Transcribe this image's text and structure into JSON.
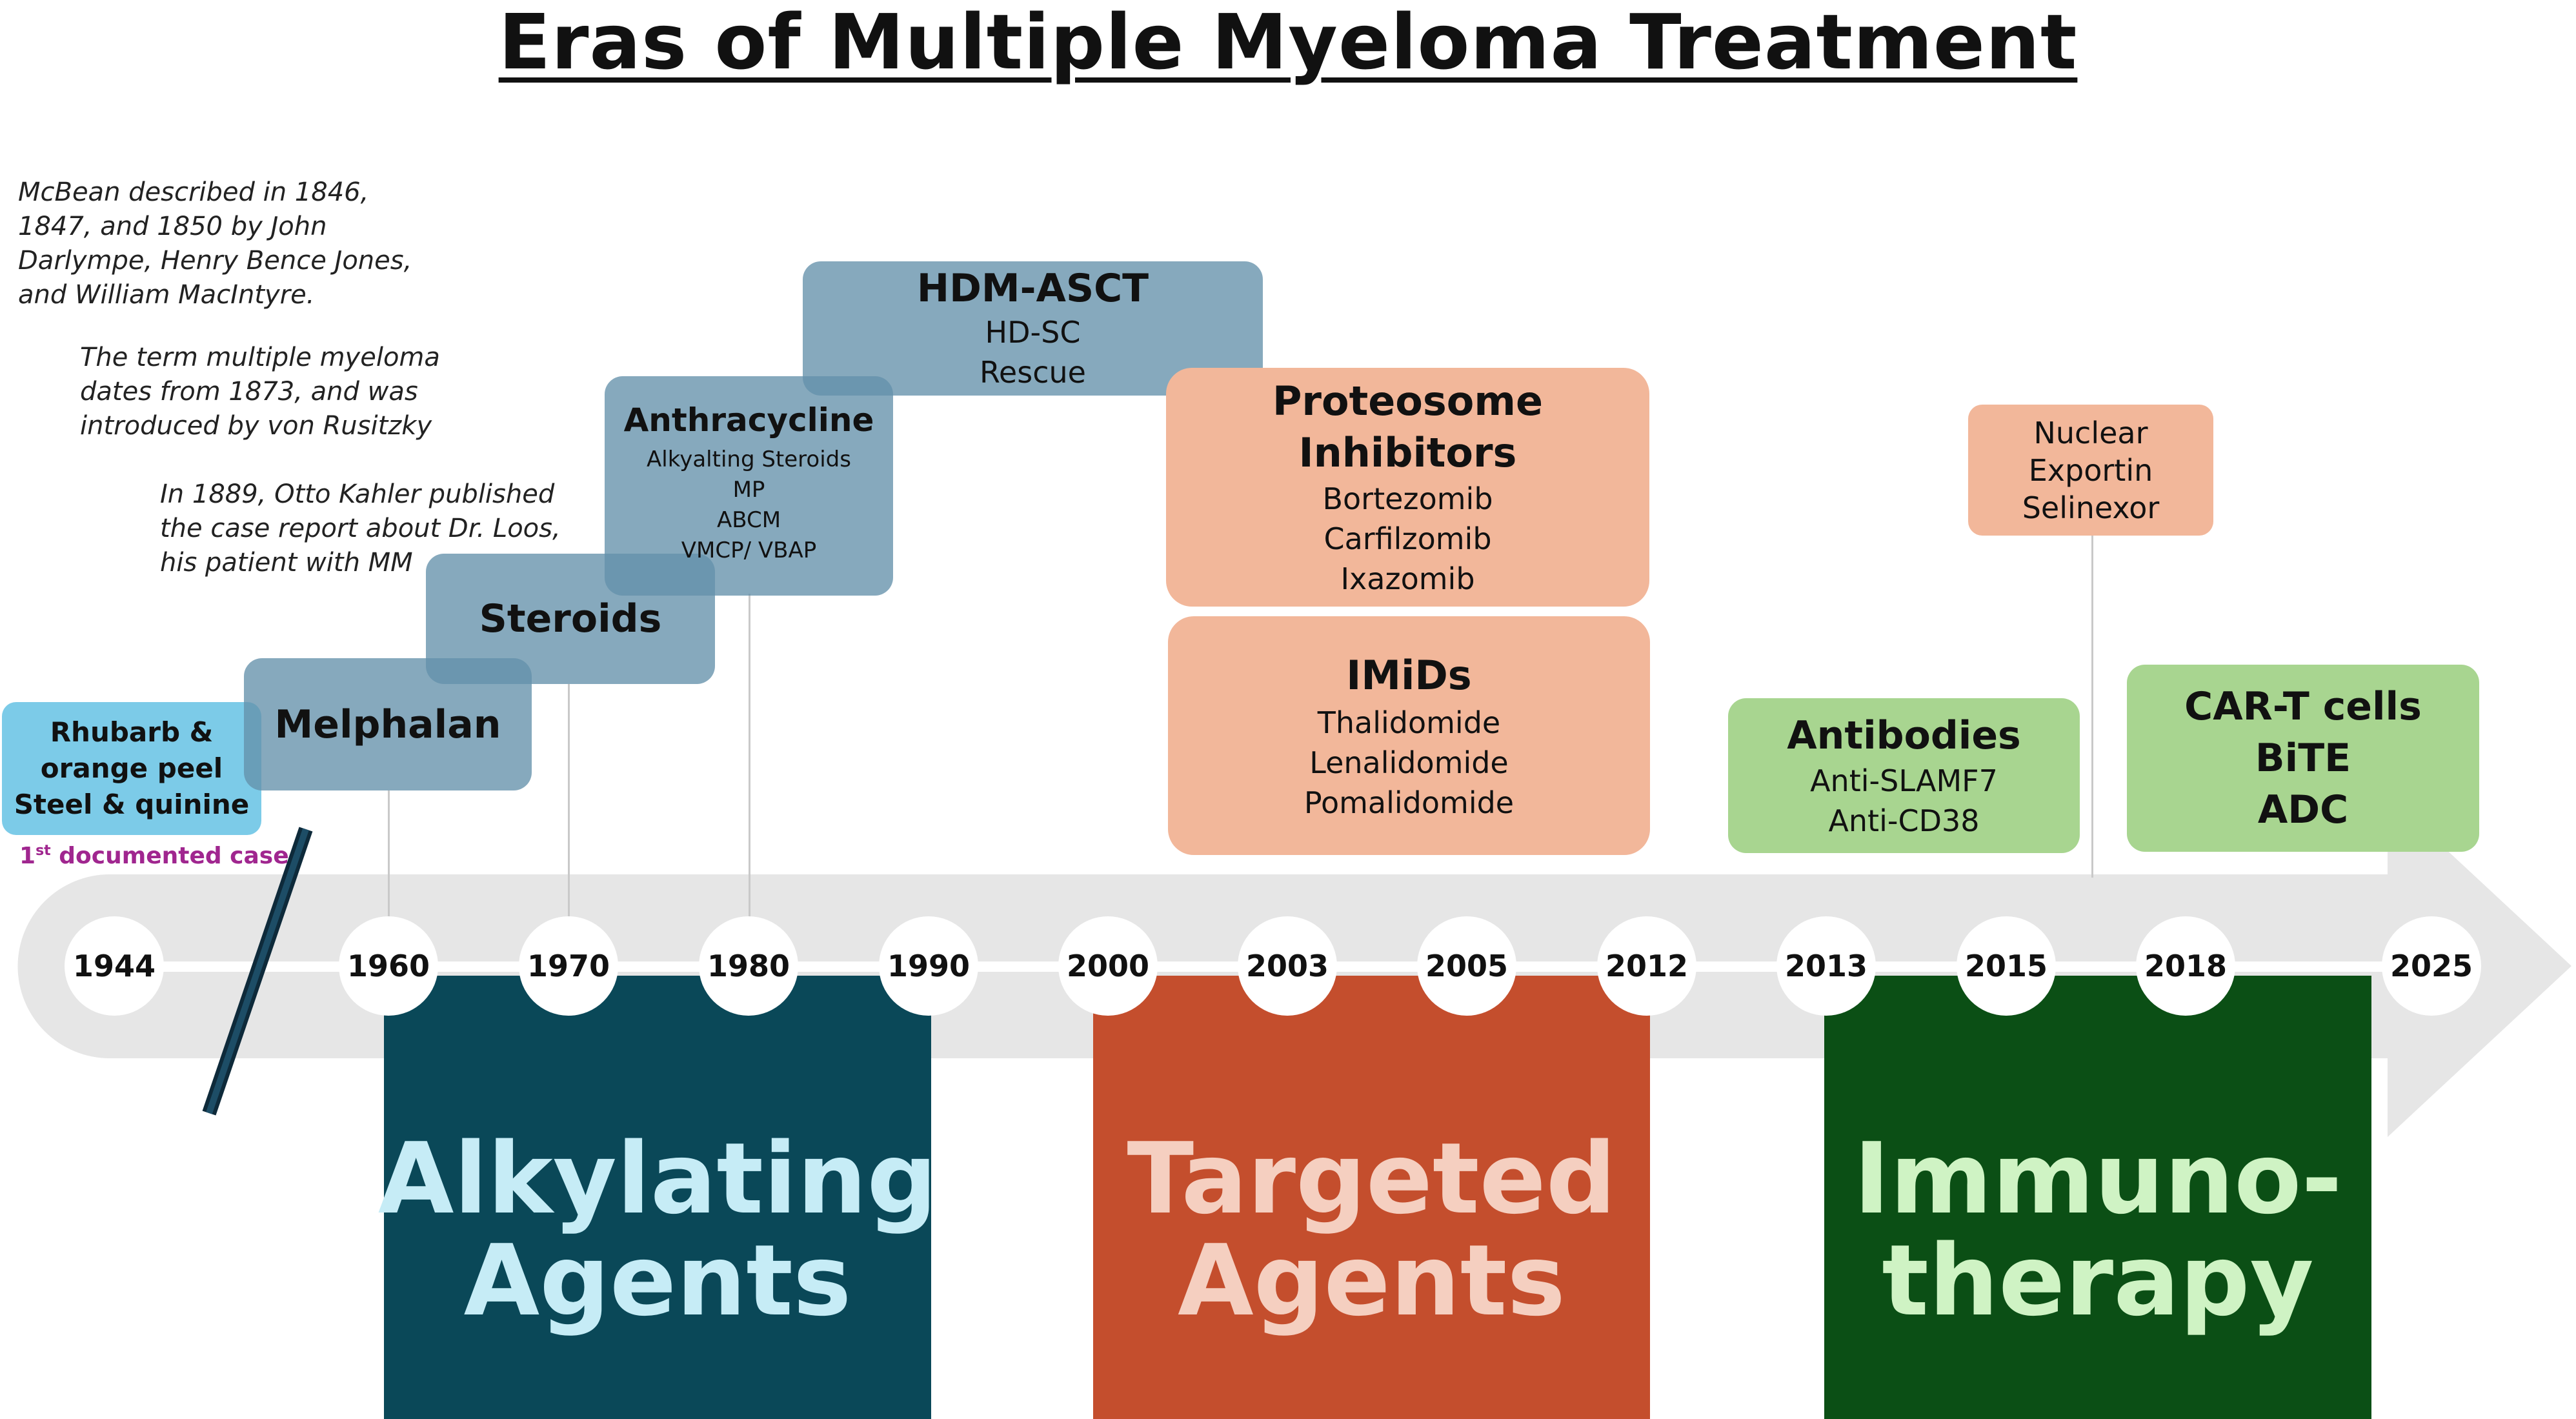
{
  "title": "Eras of Multiple Myeloma Treatment",
  "notes": [
    "McBean described in 1846, 1847, and 1850 by John Darlympe, Henry Bence Jones, and William MacIntyre.",
    "The term multiple myeloma dates from 1873, and was introduced by von Rusitzky",
    "In 1889, Otto Kahler published the case report about Dr. Loos, his patient with MM"
  ],
  "first_case": {
    "box_line1": "Rhubarb &",
    "box_line2": "orange peel",
    "box_line3": "Steel & quinine",
    "label_sup": "st",
    "label_num": "1",
    "label_rest": " documented case"
  },
  "boxes": {
    "melphalan": {
      "title": "Melphalan"
    },
    "steroids": {
      "title": "Steroids"
    },
    "anthracycline": {
      "title": "Anthracycline",
      "items": [
        "Alkyalting Steroids",
        "MP",
        "ABCM",
        "VMCP/ VBAP"
      ]
    },
    "hdm": {
      "title": "HDM-ASCT",
      "items": [
        "HD-SC",
        "Rescue"
      ]
    },
    "proteasome": {
      "title_line1": "Proteosome",
      "title_line2": "Inhibitors",
      "items": [
        "Bortezomib",
        "Carfilzomib",
        "Ixazomib"
      ]
    },
    "imids": {
      "title": "IMiDs",
      "items": [
        "Thalidomide",
        "Lenalidomide",
        "Pomalidomide"
      ]
    },
    "nuclear": {
      "items": [
        "Nuclear",
        "Exportin",
        "Selinexor"
      ]
    },
    "antibodies": {
      "title": "Antibodies",
      "items": [
        "Anti-SLAMF7",
        "Anti-CD38"
      ]
    },
    "cart": {
      "items": [
        "CAR-T cells",
        "BiTE",
        "ADC"
      ]
    }
  },
  "timeline": [
    "1944",
    "1960",
    "1970",
    "1980",
    "1990",
    "2000",
    "2003",
    "2005",
    "2012",
    "2013",
    "2015",
    "2018",
    "2025"
  ],
  "eras": {
    "alkylating": {
      "line1": "Alkylating",
      "line2": "Agents"
    },
    "targeted": {
      "line1": "Targeted",
      "line2": "Agents"
    },
    "immuno": {
      "line1": "Immuno-",
      "line2": "therapy"
    }
  },
  "colors": {
    "alkylating_bg": "#0a4858",
    "alkylating_text": "#c6ecf6",
    "targeted_bg": "#c44e2d",
    "targeted_text": "#f5cfc0",
    "immuno_bg": "#0b4f15",
    "immuno_text": "#cff3c4",
    "arrow": "#e6e6e6",
    "first_case_label": "#a0268f"
  }
}
